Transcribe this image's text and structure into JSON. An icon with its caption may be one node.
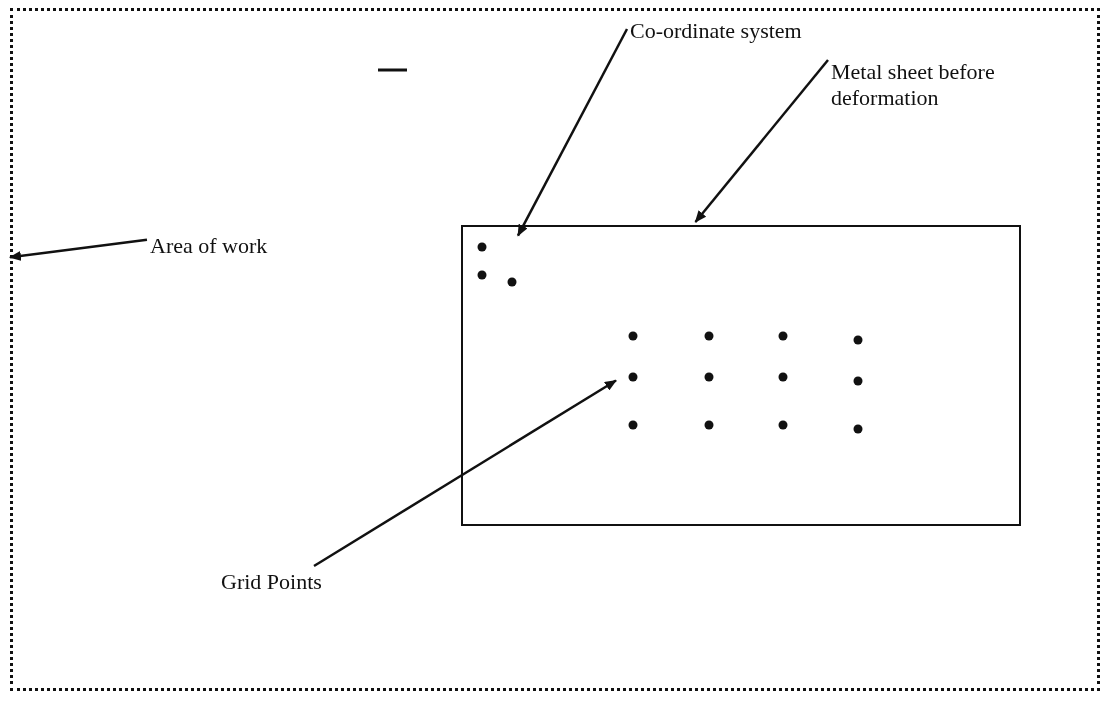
{
  "diagram": {
    "nodes": [
      {
        "text": [],
        "shape": "box"
      },
      {
        "text": [],
        "shape": "box",
        "in": 0
      },
      {
        "text": [],
        "shape": "circle",
        "in": 1
      },
      {
        "text": [],
        "shape": "circle",
        "in": 1
      },
      {
        "text": [
          "Co-ordinate system"
        ],
        "in": 0
      },
      {
        "text": [
          "Metal sheet before deformation"
        ],
        "in": 0
      },
      {
        "text": [
          "Area of work"
        ],
        "in": 0
      },
      {
        "text": [
          "Grid Points"
        ],
        "in": 0
      }
    ],
    "edges": [
      {
        "from": 4,
        "to": 2,
        "arrow": "to"
      },
      {
        "from": 5,
        "to": 1,
        "arrow": "to"
      },
      {
        "from": 6,
        "to": 0,
        "arrow": "to"
      },
      {
        "from": 7,
        "to": 3,
        "arrow": "to"
      }
    ]
  }
}
